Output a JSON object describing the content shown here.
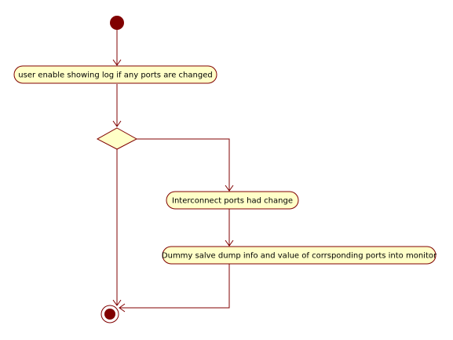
{
  "diagram": {
    "type": "activity",
    "colors": {
      "line": "#800000",
      "node_fill": "#ffffc8",
      "node_border": "#800000",
      "initial_fill": "#800000",
      "final_fill": "#800000",
      "background": "#ffffff"
    },
    "nodes": {
      "initial": {
        "kind": "initial"
      },
      "action_1": {
        "kind": "action",
        "label": "user enable showing log if any ports are changed"
      },
      "decision": {
        "kind": "decision"
      },
      "action_2": {
        "kind": "action",
        "label": "Interconnect ports had change"
      },
      "action_3": {
        "kind": "action",
        "label": "Dummy salve dump info and value of corrsponding ports into monitor"
      },
      "final": {
        "kind": "final"
      }
    },
    "edges": [
      {
        "from": "initial",
        "to": "action_1"
      },
      {
        "from": "action_1",
        "to": "decision"
      },
      {
        "from": "decision",
        "to": "action_2"
      },
      {
        "from": "action_2",
        "to": "action_3"
      },
      {
        "from": "action_3",
        "to": "final"
      },
      {
        "from": "decision",
        "to": "final"
      }
    ]
  }
}
